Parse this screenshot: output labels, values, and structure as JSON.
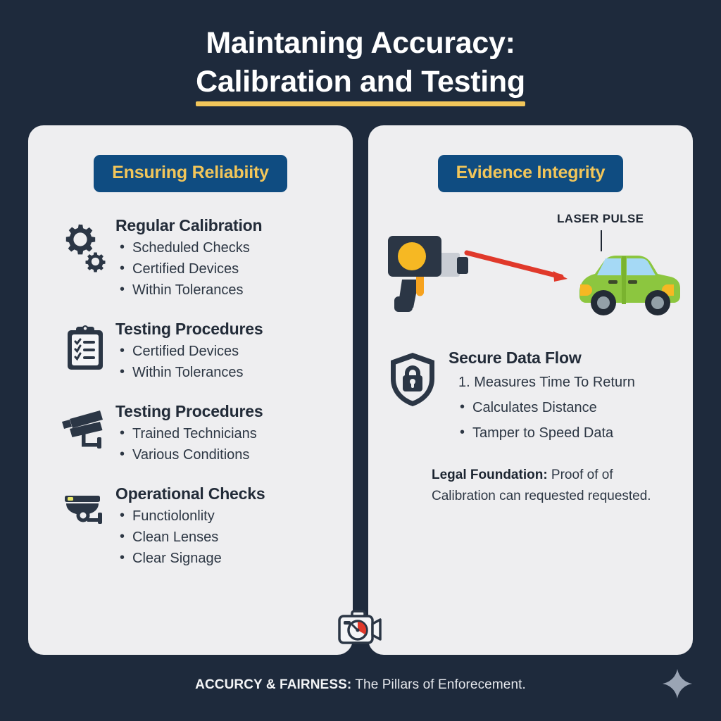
{
  "title": {
    "line1": "Maintaning Accuracy:",
    "line2": "Calibration and Testing"
  },
  "colors": {
    "background": "#1e2a3c",
    "panel": "#eeeef0",
    "accent_gold": "#f2c65a",
    "pill_blue": "#0f4c81",
    "laser_red": "#e0392b",
    "car_green": "#8cc63f",
    "dark_text": "#222b38"
  },
  "left_panel": {
    "header": "Ensuring Reliabiity",
    "sections": [
      {
        "icon": "gears-icon",
        "title": "Regular Calibration",
        "bullets": [
          "Scheduled Checks",
          "Certified Devices",
          "Within Tolerances"
        ]
      },
      {
        "icon": "clipboard-checklist-icon",
        "title": "Testing Procedures",
        "bullets": [
          "Certified Devices",
          "Within Tolerances"
        ]
      },
      {
        "icon": "security-camera-icon",
        "title": "Testing Procedures",
        "bullets": [
          "Trained Technicians",
          "Various Conditions"
        ]
      },
      {
        "icon": "dome-camera-icon",
        "title": "Operational Checks",
        "bullets": [
          "Functiolonlity",
          "Clean Lenses",
          "Clear Signage"
        ]
      }
    ]
  },
  "right_panel": {
    "header": "Evidence Integrity",
    "illustration": {
      "laser_label": "LASER PULSE",
      "gun_icon": "laser-speed-gun-icon",
      "car_icon": "green-car-icon",
      "beam_icon": "red-arrow-icon"
    },
    "sections": [
      {
        "icon": "shield-lock-icon",
        "title": "Secure Data Flow",
        "bullets": [
          "1. Measures Time To Return",
          "Calculates Distance",
          "Tamper to Speed Data"
        ]
      }
    ],
    "legal": {
      "label": "Legal Foundation:",
      "text": " Proof of of   Calibration can requested requested."
    }
  },
  "center_icon": "camera-speedometer-icon",
  "footer": {
    "bold": "ACCURCY & FAIRNESS:",
    "light": " The Pillars of Enforecement.",
    "decoration": "sparkle-icon"
  }
}
